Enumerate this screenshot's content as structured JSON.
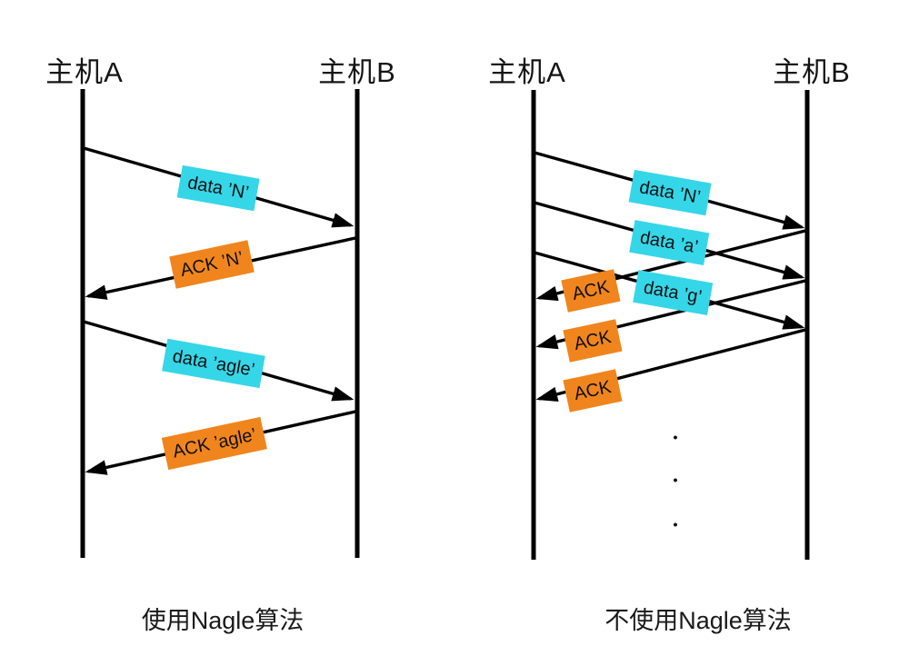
{
  "colors": {
    "data_label_bg": "#35d6e8",
    "ack_label_bg": "#f0851e",
    "line_color": "#000000"
  },
  "left_diagram": {
    "host_a_label": "主机A",
    "host_b_label": "主机B",
    "caption": "使用Nagle算法",
    "messages": [
      {
        "label": "data ’N’",
        "type": "data",
        "direction": "a-to-b"
      },
      {
        "label": "ACK ’N’",
        "type": "ack",
        "direction": "b-to-a"
      },
      {
        "label": "data ’agle’",
        "type": "data",
        "direction": "a-to-b"
      },
      {
        "label": "ACK ’agle’",
        "type": "ack",
        "direction": "b-to-a"
      }
    ]
  },
  "right_diagram": {
    "host_a_label": "主机A",
    "host_b_label": "主机B",
    "caption": "不使用Nagle算法",
    "messages": [
      {
        "label": "data ’N’",
        "type": "data",
        "direction": "a-to-b"
      },
      {
        "label": "data ’a’",
        "type": "data",
        "direction": "a-to-b"
      },
      {
        "label": "data ’g’",
        "type": "data",
        "direction": "a-to-b"
      },
      {
        "label": "ACK",
        "type": "ack",
        "direction": "b-to-a"
      },
      {
        "label": "ACK",
        "type": "ack",
        "direction": "b-to-a"
      },
      {
        "label": "ACK",
        "type": "ack",
        "direction": "b-to-a"
      }
    ],
    "continuation_dots": [
      "•",
      "•",
      "•"
    ]
  }
}
